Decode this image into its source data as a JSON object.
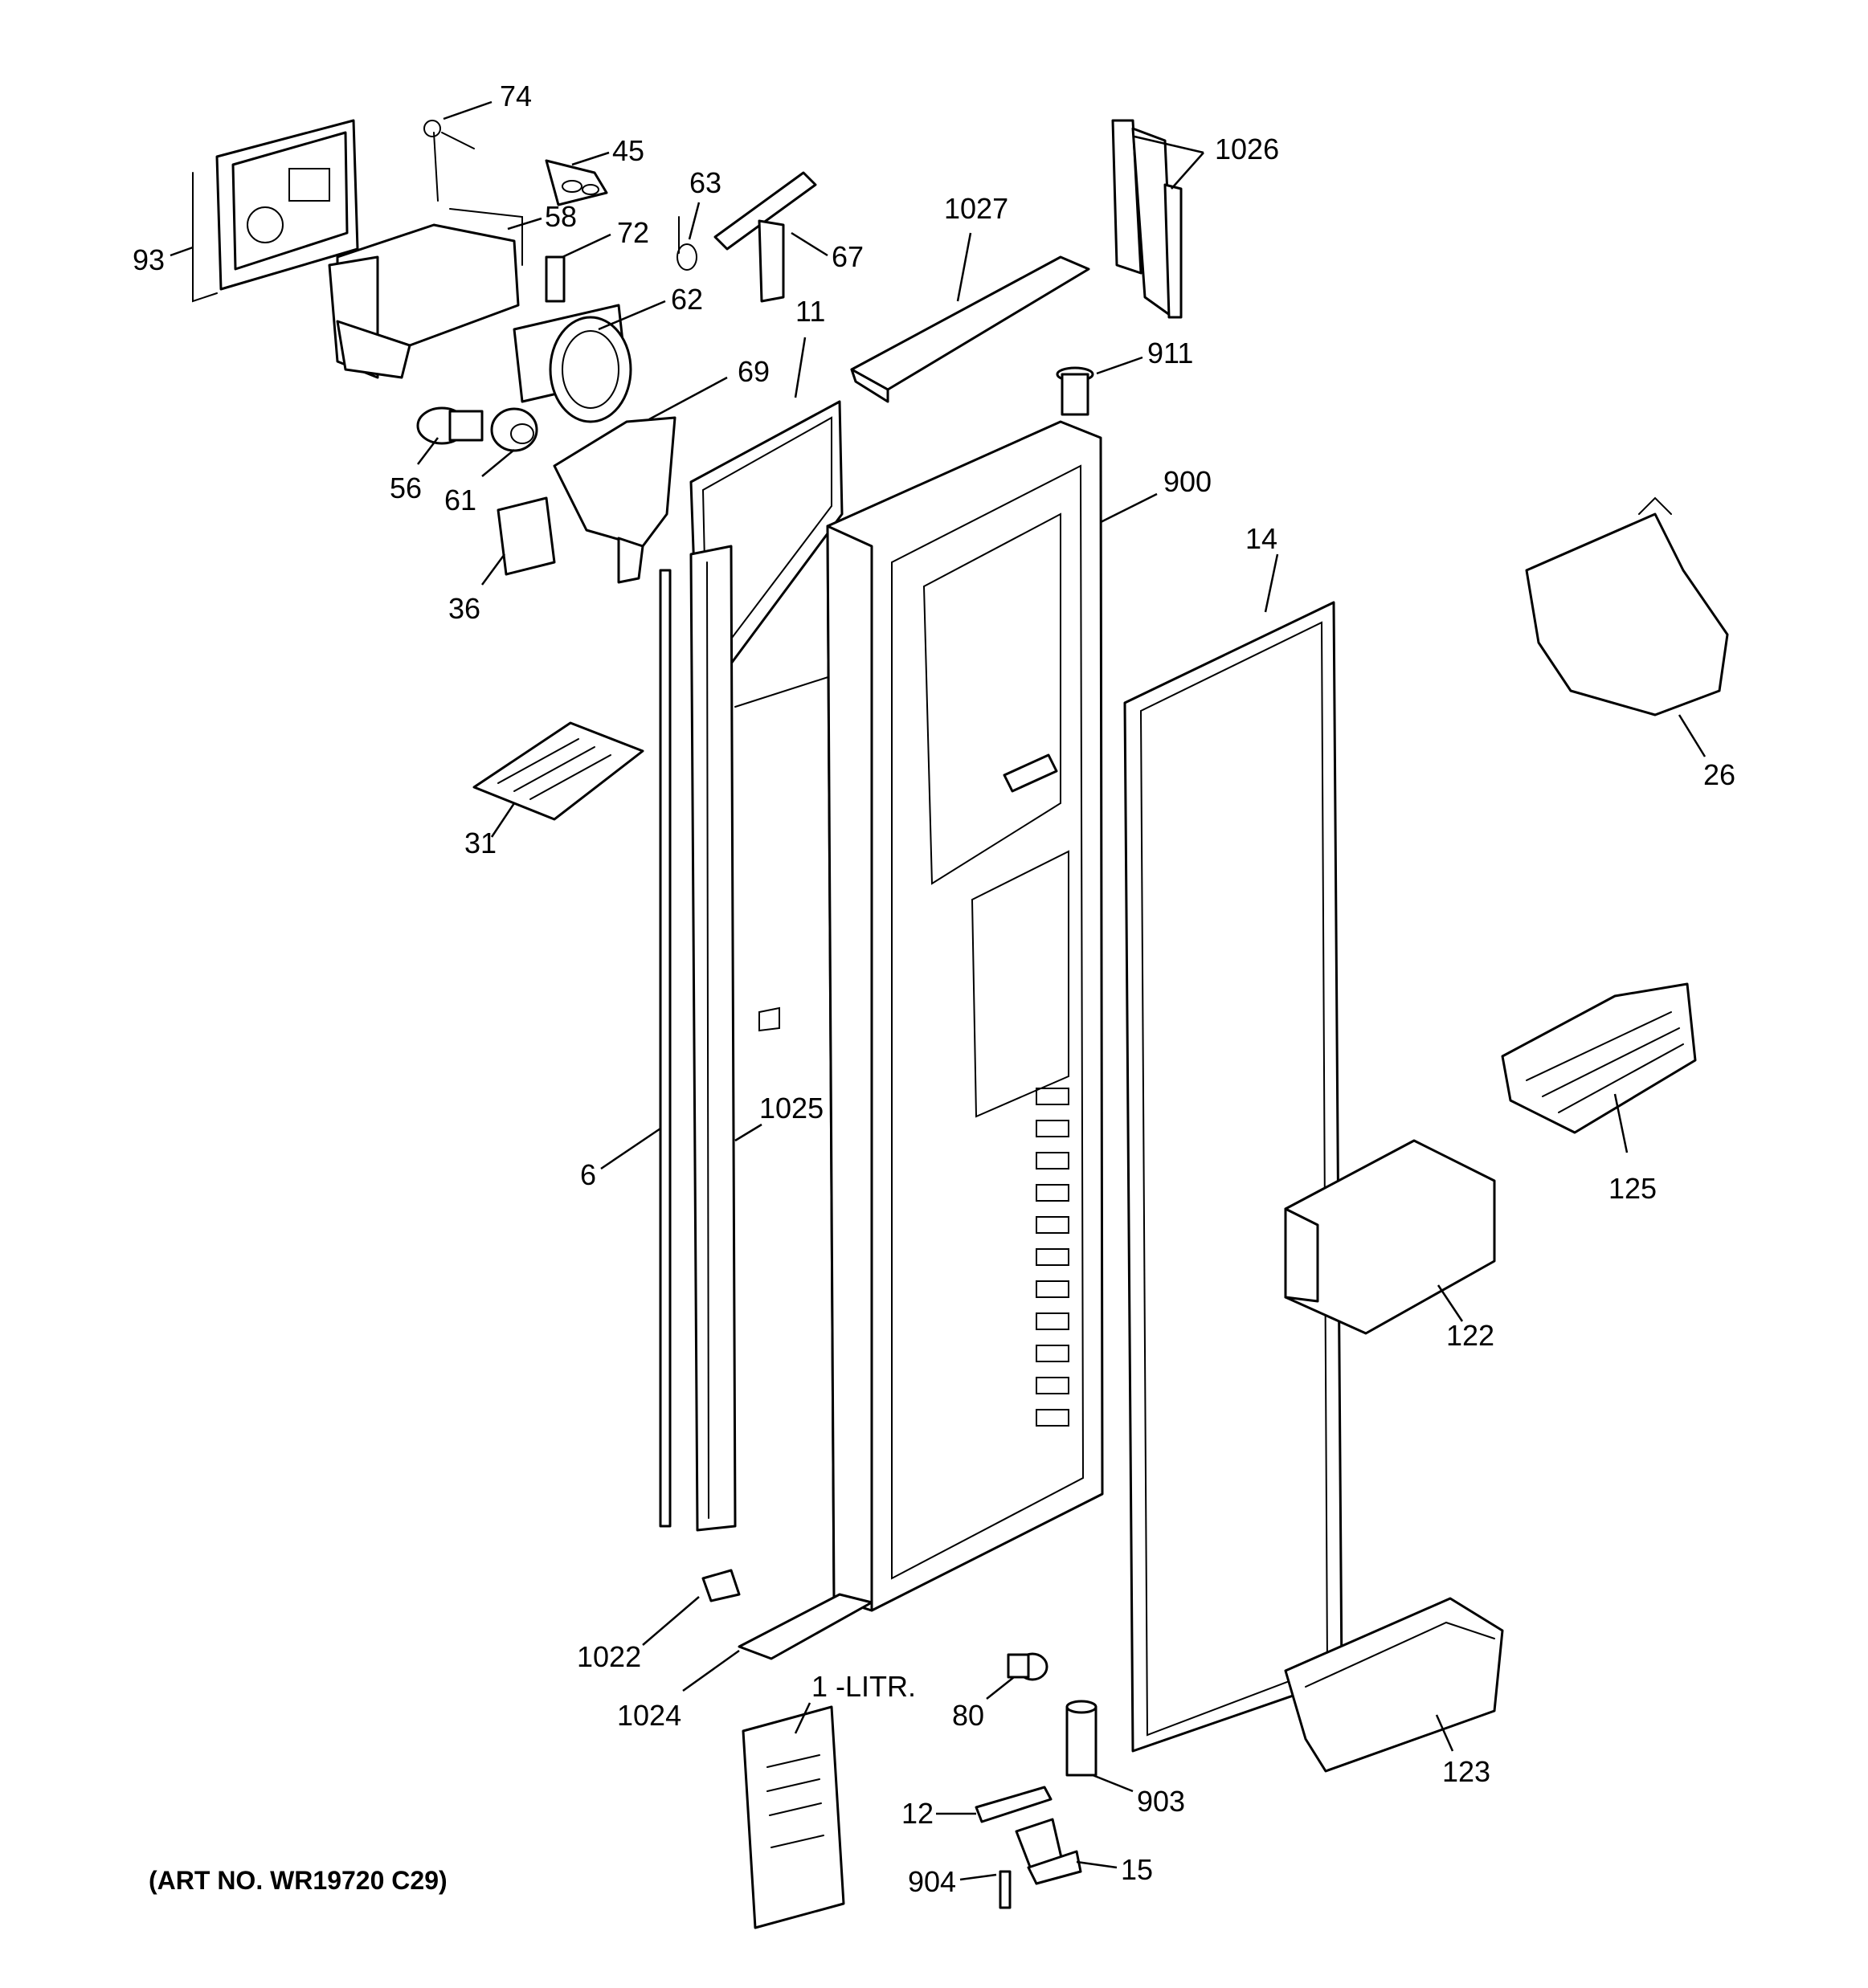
{
  "callouts": [
    {
      "id": "74",
      "label": "74"
    },
    {
      "id": "45",
      "label": "45"
    },
    {
      "id": "93",
      "label": "93"
    },
    {
      "id": "58",
      "label": "58"
    },
    {
      "id": "63",
      "label": "63"
    },
    {
      "id": "72",
      "label": "72"
    },
    {
      "id": "67",
      "label": "67"
    },
    {
      "id": "62",
      "label": "62"
    },
    {
      "id": "1027",
      "label": "1027"
    },
    {
      "id": "1026",
      "label": "1026"
    },
    {
      "id": "911",
      "label": "911"
    },
    {
      "id": "11",
      "label": "11"
    },
    {
      "id": "69",
      "label": "69"
    },
    {
      "id": "56",
      "label": "56"
    },
    {
      "id": "61",
      "label": "61"
    },
    {
      "id": "900",
      "label": "900"
    },
    {
      "id": "36",
      "label": "36"
    },
    {
      "id": "14",
      "label": "14"
    },
    {
      "id": "26",
      "label": "26"
    },
    {
      "id": "31",
      "label": "31"
    },
    {
      "id": "1025",
      "label": "1025"
    },
    {
      "id": "6",
      "label": "6"
    },
    {
      "id": "125",
      "label": "125"
    },
    {
      "id": "122",
      "label": "122"
    },
    {
      "id": "1022",
      "label": "1022"
    },
    {
      "id": "1024",
      "label": "1024"
    },
    {
      "id": "1-litr",
      "label": "1 -LITR."
    },
    {
      "id": "80",
      "label": "80"
    },
    {
      "id": "123",
      "label": "123"
    },
    {
      "id": "12",
      "label": "12"
    },
    {
      "id": "903",
      "label": "903"
    },
    {
      "id": "904",
      "label": "904"
    },
    {
      "id": "15",
      "label": "15"
    }
  ],
  "art_number": "(ART NO. WR19720 C29)"
}
